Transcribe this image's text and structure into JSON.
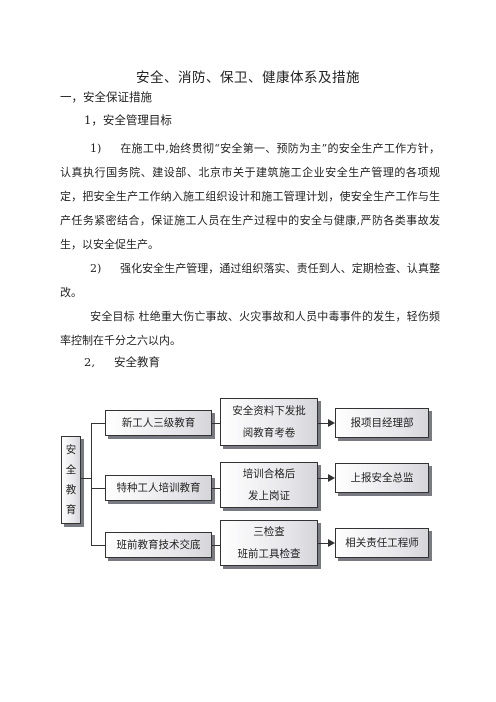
{
  "title": "安全、消防、保卫、健康体系及措施",
  "section1": "一，安全保证措施",
  "sub1": "1，安全管理目标",
  "item1": {
    "num": "1)",
    "text": "在施工中,始终贯彻“安全第一、预防为主”的安全生产工作方针，认真执行国务院、建设部、北京市关于建筑施工企业安全生产管理的各项规定，把安全生产工作纳入施工组织设计和施工管理计划，使安全生产工作与生产任务紧密结合，保证施工人员在生产过程中的安全与健康,严防各类事故发生，以安全促生产。"
  },
  "item2": {
    "num": "2)",
    "text": "强化安全生产管理，通过组织落实、责任到人、定期检查、认真整改。"
  },
  "goal": "安全目标 杜绝重大伤亡事故、火灾事故和人员中毒事件的发生，轻伤频率控制在千分之六以内。",
  "sub2": {
    "num": "2,",
    "text": "安全教育"
  },
  "diagram": {
    "root": [
      "安",
      "全",
      "教",
      "育"
    ],
    "rows": [
      {
        "left": "新工人三级教育",
        "mid": [
          "安全资料下发批",
          "阅教育考卷"
        ],
        "right": "报项目经理部"
      },
      {
        "left": "特种工人培训教育",
        "mid": [
          "培训合格后",
          "发上岗证"
        ],
        "right": "上报安全总监"
      },
      {
        "left": "班前教育技术交底",
        "mid": [
          "三检查",
          "班前工具检查"
        ],
        "right": "相关责任工程师"
      }
    ]
  }
}
